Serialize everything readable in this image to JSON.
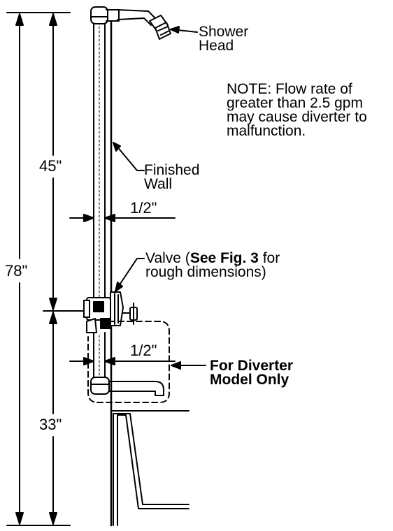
{
  "labels": {
    "shower_head": [
      "Shower",
      "Head"
    ],
    "note": [
      "NOTE: Flow rate of",
      "greater than 2.5 gpm",
      "may cause diverter to",
      "malfunction."
    ],
    "finished_wall": [
      "Finished",
      "Wall"
    ],
    "valve": {
      "line1_prefix": "Valve (",
      "line1_bold": "See Fig. 3",
      "line1_suffix": " for",
      "line2": "rough dimensions)"
    },
    "diverter": [
      "For Diverter",
      "Model Only"
    ]
  },
  "dimensions": {
    "total": "78\"",
    "upper": "45\"",
    "lower": "33\"",
    "offset_top": "1/2\"",
    "offset_bottom": "1/2\""
  }
}
